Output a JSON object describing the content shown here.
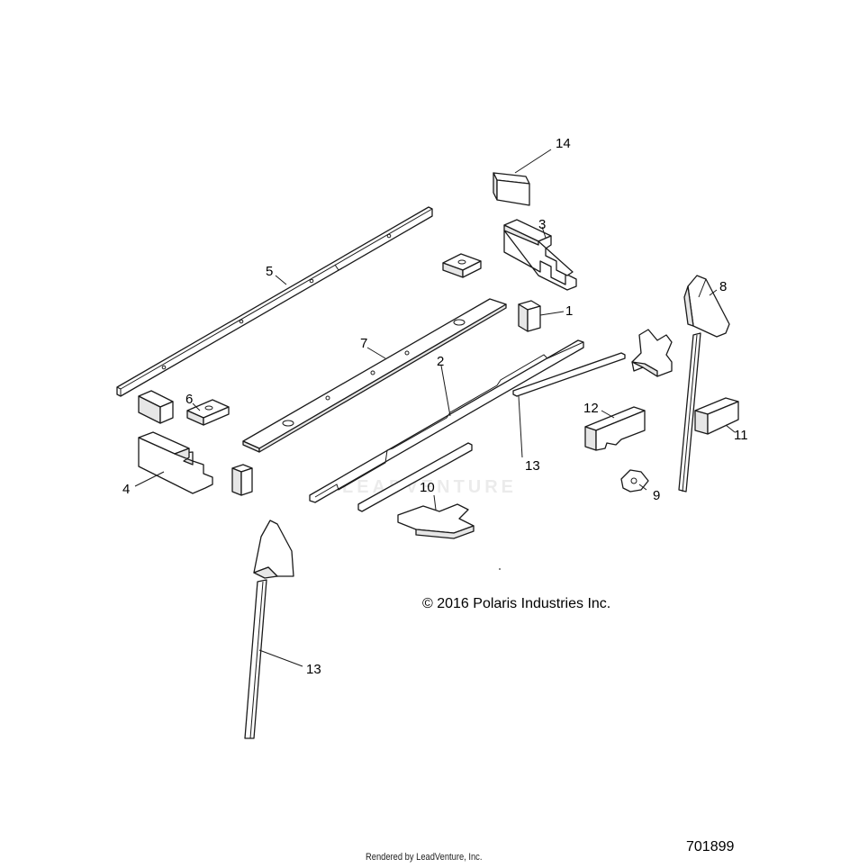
{
  "callouts": {
    "c1": "1",
    "c2": "2",
    "c3": "3",
    "c4": "4",
    "c5": "5",
    "c6": "6",
    "c7": "7",
    "c8": "8",
    "c9": "9",
    "c10": "10",
    "c11": "11",
    "c12": "12",
    "c13a": "13",
    "c13b": "13",
    "c14": "14"
  },
  "copyright": "© 2016 Polaris Industries Inc.",
  "diagram_number": "701899",
  "render_credit": "Rendered by LeadVenture, Inc.",
  "watermark": "LEADVENTURE",
  "colors": {
    "line": "#1a1a1a",
    "background": "#ffffff"
  }
}
